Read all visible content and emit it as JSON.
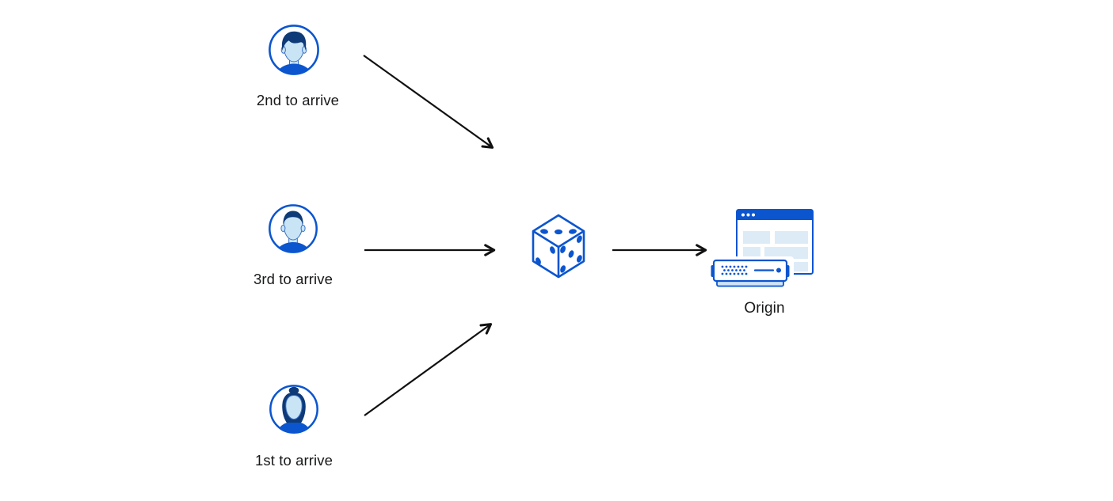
{
  "diagram": {
    "description": "Three users routed through a random (dice) steering decision to a single origin server",
    "nodes": {
      "user_second": {
        "label": "2nd to arrive",
        "icon": "male-user-avatar"
      },
      "user_third": {
        "label": "3rd to arrive",
        "icon": "male-user-avatar"
      },
      "user_first": {
        "label": "1st to arrive",
        "icon": "female-user-avatar"
      },
      "dice": {
        "icon": "dice"
      },
      "origin": {
        "label": "Origin",
        "icon": "origin-server-with-browser"
      }
    },
    "edges": [
      {
        "from": "user_second",
        "to": "dice"
      },
      {
        "from": "user_third",
        "to": "dice"
      },
      {
        "from": "user_first",
        "to": "dice"
      },
      {
        "from": "dice",
        "to": "origin"
      }
    ],
    "colors": {
      "accent_blue": "#0b55cf",
      "dark_navy_hair": "#0e3a78",
      "light_blue_face": "#c8e4f5",
      "panel_light_blue": "#ddebf7",
      "server_base_blue": "#cfe3f7",
      "arrow_black": "#111111",
      "text_black": "#17181a",
      "background": "#ffffff"
    }
  }
}
